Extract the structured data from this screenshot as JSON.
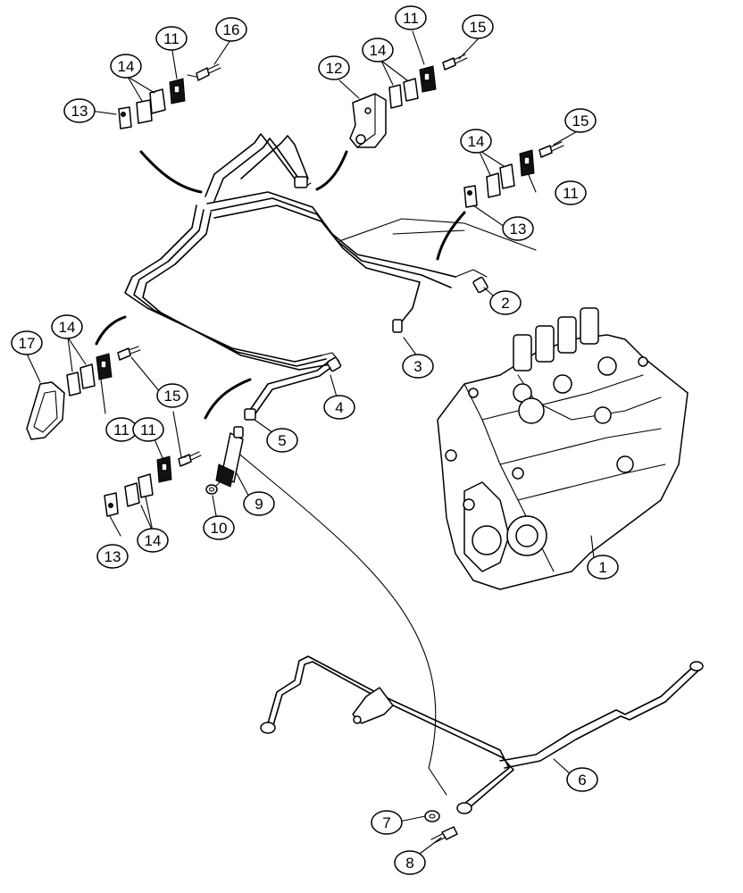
{
  "diagram": {
    "callouts": [
      {
        "id": "c1",
        "label": "1"
      },
      {
        "id": "c2",
        "label": "2"
      },
      {
        "id": "c3",
        "label": "3"
      },
      {
        "id": "c4",
        "label": "4"
      },
      {
        "id": "c5",
        "label": "5"
      },
      {
        "id": "c6",
        "label": "6"
      },
      {
        "id": "c7",
        "label": "7"
      },
      {
        "id": "c8",
        "label": "8"
      },
      {
        "id": "c9",
        "label": "9"
      },
      {
        "id": "c10",
        "label": "10"
      },
      {
        "id": "c11a",
        "label": "11"
      },
      {
        "id": "c11b",
        "label": "11"
      },
      {
        "id": "c11c",
        "label": "11"
      },
      {
        "id": "c11d",
        "label": "11"
      },
      {
        "id": "c11e",
        "label": "11"
      },
      {
        "id": "c12",
        "label": "12"
      },
      {
        "id": "c13a",
        "label": "13"
      },
      {
        "id": "c13b",
        "label": "13"
      },
      {
        "id": "c13c",
        "label": "13"
      },
      {
        "id": "c14a",
        "label": "14"
      },
      {
        "id": "c14b",
        "label": "14"
      },
      {
        "id": "c14c",
        "label": "14"
      },
      {
        "id": "c14d",
        "label": "14"
      },
      {
        "id": "c14e",
        "label": "14"
      },
      {
        "id": "c15a",
        "label": "15"
      },
      {
        "id": "c15b",
        "label": "15"
      },
      {
        "id": "c15c",
        "label": "15"
      },
      {
        "id": "c16",
        "label": "16"
      },
      {
        "id": "c17",
        "label": "17"
      }
    ]
  }
}
